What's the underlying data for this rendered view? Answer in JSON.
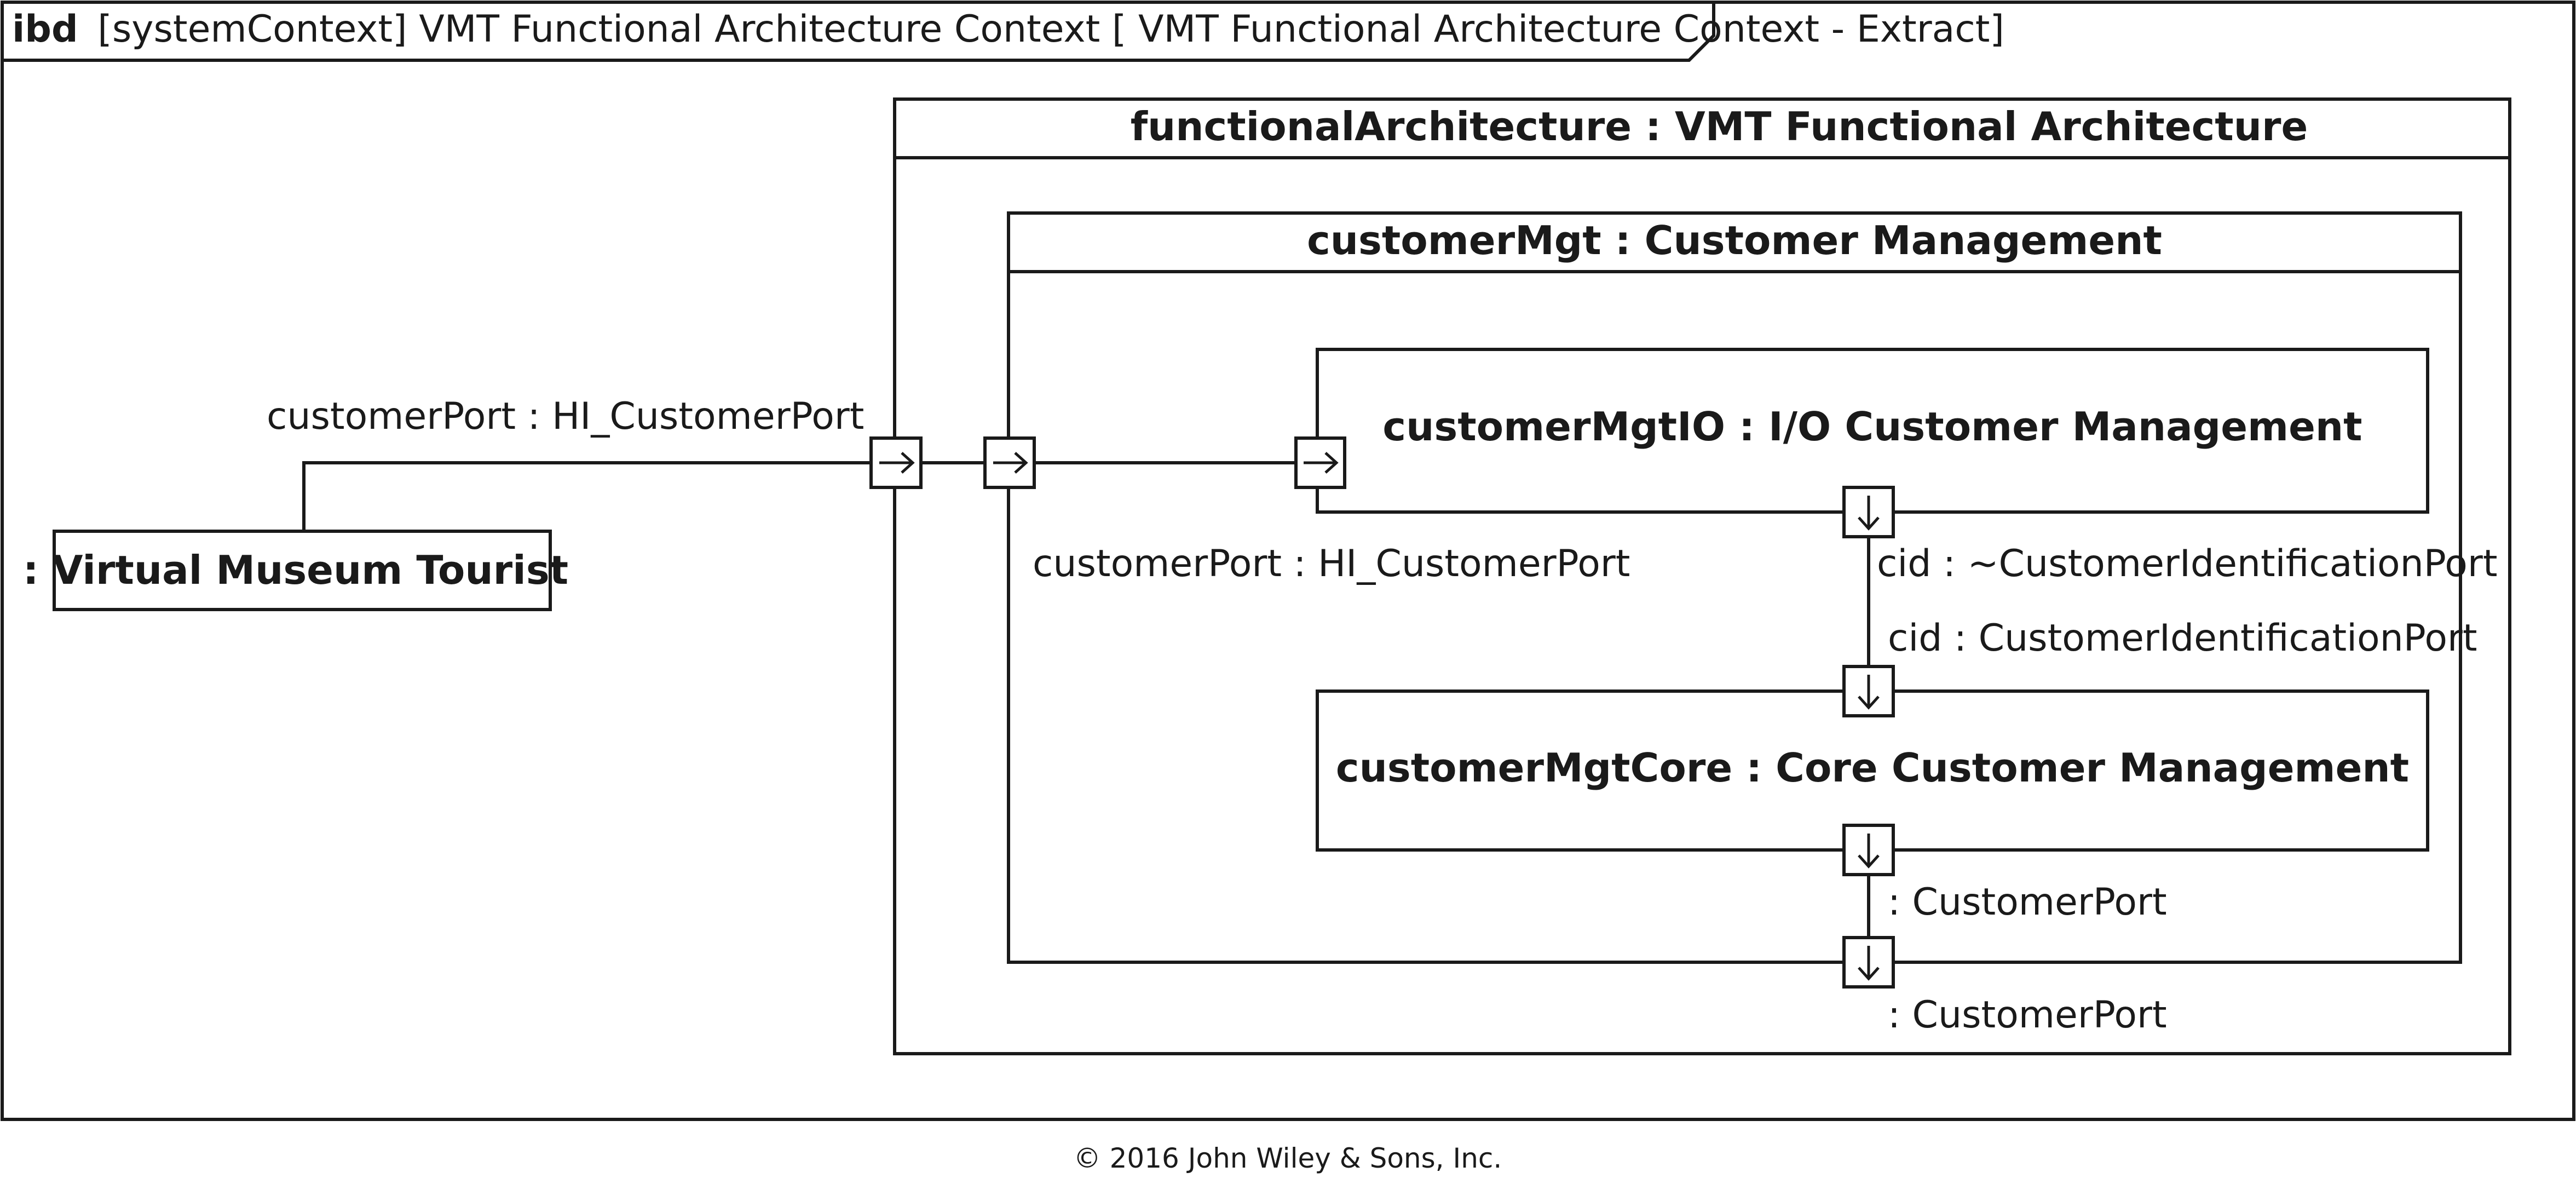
{
  "frame": {
    "keyword": "ibd",
    "header": "[systemContext] VMT Functional Architecture Context [ VMT Functional Architecture Context - Extract]"
  },
  "blocks": {
    "tourist": ": Virtual Museum Tourist",
    "functional_architecture": "functionalArchitecture : VMT Functional Architecture",
    "customer_mgt": "customerMgt : Customer Management",
    "customer_mgt_io": "customerMgtIO : I/O Customer Management",
    "customer_mgt_core": "customerMgtCore : Core Customer Management"
  },
  "ports": {
    "tourist_port": "customerPort : HI_CustomerPort",
    "customer_mgt_port": "customerPort : HI_CustomerPort",
    "io_cid_port": "cid : ~CustomerIdentificationPort",
    "core_cid_port": "cid : CustomerIdentificationPort",
    "core_customer_port": ": CustomerPort",
    "mgt_customer_port": ": CustomerPort"
  },
  "copyright": "© 2016 John Wiley & Sons, Inc.",
  "colors": {
    "line": "#1a1a1a",
    "background": "#ffffff"
  },
  "icons": {
    "port_in": "right-arrow-icon",
    "port_down": "down-arrow-icon"
  }
}
